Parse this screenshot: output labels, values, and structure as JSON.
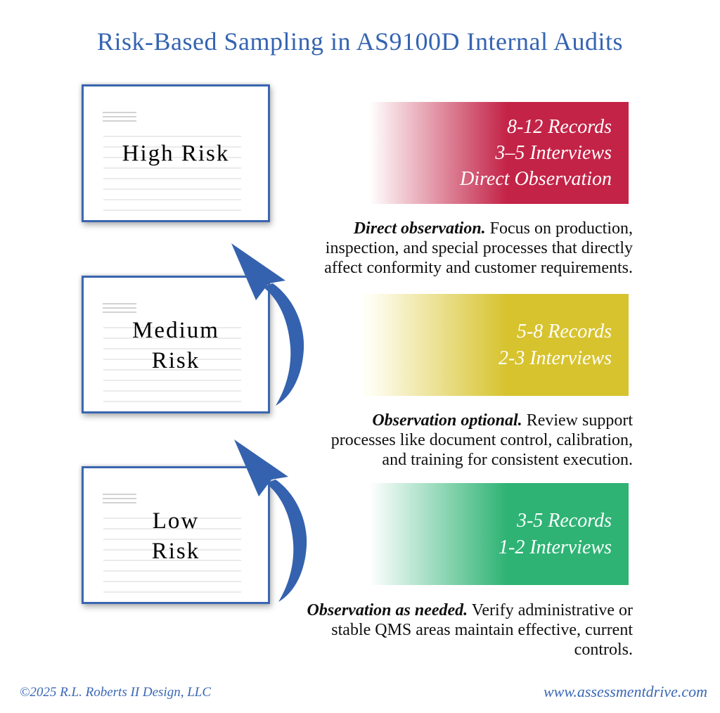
{
  "title": "Risk-Based Sampling in AS9100D Internal Audits",
  "colors": {
    "accent_blue": "#3464b2",
    "card_border_blue": "#3a66b0",
    "arrow_blue": "#3462ae",
    "high_red": "#c32347",
    "medium_yellow": "#d7c32e",
    "low_green": "#2eb374",
    "footer_blue": "#3a67b5"
  },
  "rows": [
    {
      "card_lines": [
        "High Risk"
      ],
      "bar_lines": [
        "8-12 Records",
        "3–5 Interviews",
        "Direct Observation"
      ],
      "note_lead": "Direct observation.",
      "note_body": "Focus on production, inspection, and special processes that directly affect conformity and customer requirements."
    },
    {
      "card_lines": [
        "Medium",
        "Risk"
      ],
      "bar_lines": [
        "5-8 Records",
        "2-3 Interviews"
      ],
      "note_lead": "Observation optional.",
      "note_body": "Review support processes like document control, calibration, and training for consistent execution."
    },
    {
      "card_lines": [
        "Low",
        "Risk"
      ],
      "bar_lines": [
        "3-5 Records",
        "1-2 Interviews"
      ],
      "note_lead": "Observation as needed.",
      "note_body": "Verify administrative or stable QMS areas maintain effective, current controls."
    }
  ],
  "footer": {
    "copyright": "©2025 R.L. Roberts II Design, LLC",
    "website": "www.assessmentdrive.com"
  }
}
